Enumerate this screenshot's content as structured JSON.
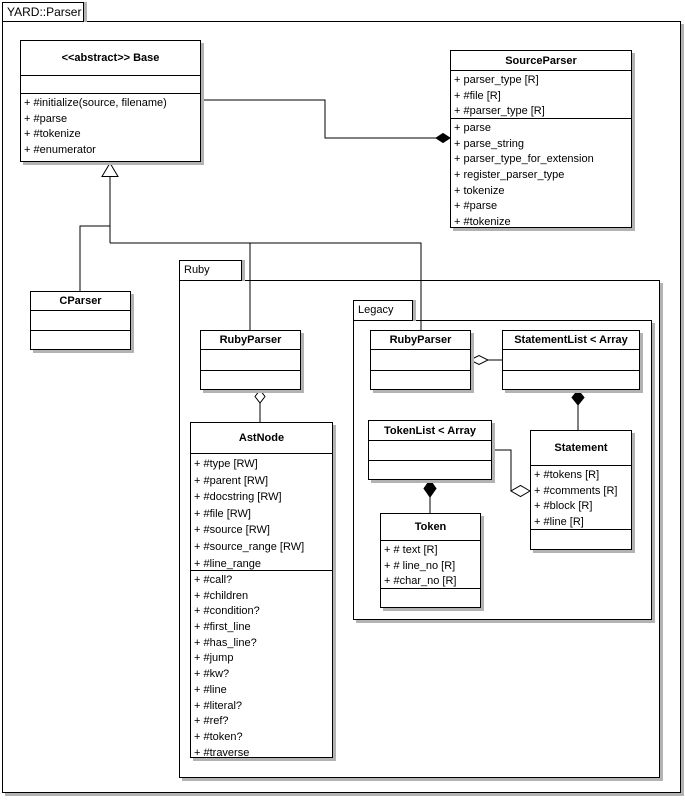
{
  "window": {
    "tab_title": "YARD::Parser"
  },
  "packages": {
    "ruby": {
      "label": "Ruby"
    },
    "legacy": {
      "label": "Legacy"
    }
  },
  "classes": {
    "base": {
      "title": "<<abstract>> Base",
      "attributes": [],
      "methods": [
        "+ #initialize(source, filename)",
        "+ #parse",
        "+ #tokenize",
        "+ #enumerator"
      ]
    },
    "source_parser": {
      "title": "SourceParser",
      "attributes": [
        "+ parser_type [R]",
        "+ #file [R]",
        "+ #parser_type [R]"
      ],
      "methods": [
        "+ parse",
        "+ parse_string",
        "+ parser_type_for_extension",
        "+ register_parser_type",
        "+ tokenize",
        "+ #parse",
        "+ #tokenize"
      ]
    },
    "c_parser": {
      "title": "CParser",
      "attributes": [],
      "methods": []
    },
    "ruby_ruby_parser": {
      "title": "RubyParser",
      "attributes": [],
      "methods": []
    },
    "ast_node": {
      "title": "AstNode",
      "attributes": [
        "+ #type [RW]",
        "+ #parent [RW]",
        "+ #docstring [RW]",
        "+ #file [RW]",
        "+ #source [RW]",
        "+ #source_range [RW]",
        "+ #line_range"
      ],
      "methods": [
        "+ #call?",
        "+ #children",
        "+ #condition?",
        "+ #first_line",
        "+ #has_line?",
        "+ #jump",
        "+ #kw?",
        "+ #line",
        "+ #literal?",
        "+ #ref?",
        "+ #token?",
        "+ #traverse"
      ]
    },
    "legacy_ruby_parser": {
      "title": "RubyParser",
      "attributes": [],
      "methods": []
    },
    "statement_list": {
      "title": "StatementList < Array",
      "attributes": [],
      "methods": []
    },
    "token_list": {
      "title": "TokenList < Array",
      "attributes": [],
      "methods": []
    },
    "token": {
      "title": "Token",
      "attributes": [
        "+ # text [R]",
        "+ # line_no [R]",
        "+ #char_no [R]"
      ],
      "methods": []
    },
    "statement": {
      "title": "Statement",
      "attributes": [
        "+ #tokens [R]",
        "+ #comments [R]",
        "+ #block [R]",
        "+ #line [R]"
      ],
      "methods": []
    }
  },
  "relationships": [
    {
      "type": "composition",
      "from": "SourceParser",
      "to": "Base"
    },
    {
      "type": "inheritance",
      "parent": "Base",
      "children": [
        "CParser",
        "Ruby::RubyParser",
        "Ruby::Legacy::RubyParser"
      ]
    },
    {
      "type": "aggregation",
      "from": "Ruby::RubyParser",
      "to": "AstNode"
    },
    {
      "type": "aggregation",
      "from": "Ruby::Legacy::RubyParser",
      "to": "StatementList < Array"
    },
    {
      "type": "composition",
      "from": "StatementList < Array",
      "to": "Statement"
    },
    {
      "type": "aggregation",
      "from": "Statement",
      "to": "TokenList < Array"
    },
    {
      "type": "composition",
      "from": "TokenList < Array",
      "to": "Token"
    }
  ],
  "colors": {
    "line": "#000000",
    "box_fill": "#ffffff",
    "shadow": "#b3b3b3"
  }
}
